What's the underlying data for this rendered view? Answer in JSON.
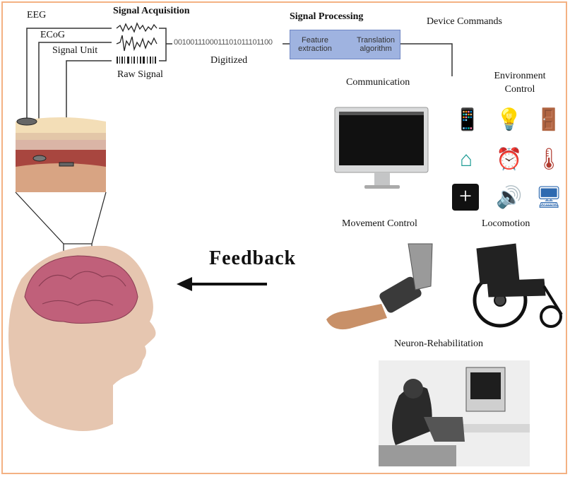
{
  "labels": {
    "eeg": "EEG",
    "ecog": "ECoG",
    "signal_unit": "Signal Unit",
    "signal_acquisition": "Signal Acquisition",
    "raw_signal": "Raw Signal",
    "digitized": "Digitized",
    "binary_stream": "0010011100011101011101100",
    "signal_processing": "Signal Processing",
    "feature_extraction": "Feature extraction",
    "translation_algorithm": "Translation algorithm",
    "device_commands": "Device Commands",
    "communication": "Communication",
    "environment_control": "Environment Control",
    "movement_control": "Movement Control",
    "locomotion": "Locomotion",
    "neuron_rehabilitation": "Neuron-Rehabilitation",
    "feedback": "Feedback"
  },
  "colors": {
    "frame_border": "#f4b183",
    "processing_box": "#9fb3e0",
    "skin": "#e8b895",
    "brain": "#c0607a"
  },
  "icons": {
    "environment": [
      "remote-control",
      "light-bulb",
      "door",
      "house",
      "alarm-clock",
      "thermometer",
      "medical-cross",
      "speaker",
      "computer"
    ]
  }
}
